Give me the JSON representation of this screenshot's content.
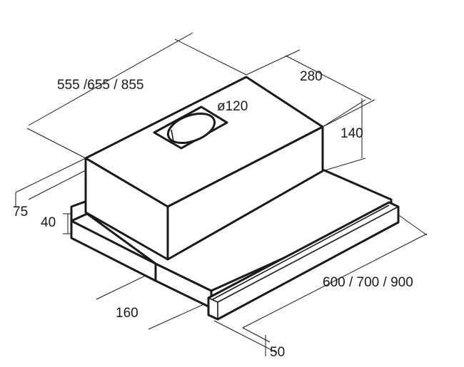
{
  "diagram": {
    "dimensions": {
      "length_options": "555 /655 / 855",
      "depth": "280",
      "duct_diameter": "ø120",
      "height": "140",
      "frame_height": "75",
      "rail_height": "40",
      "width_options": "600 / 700 / 900",
      "offset": "160",
      "front_panel": "50"
    }
  }
}
